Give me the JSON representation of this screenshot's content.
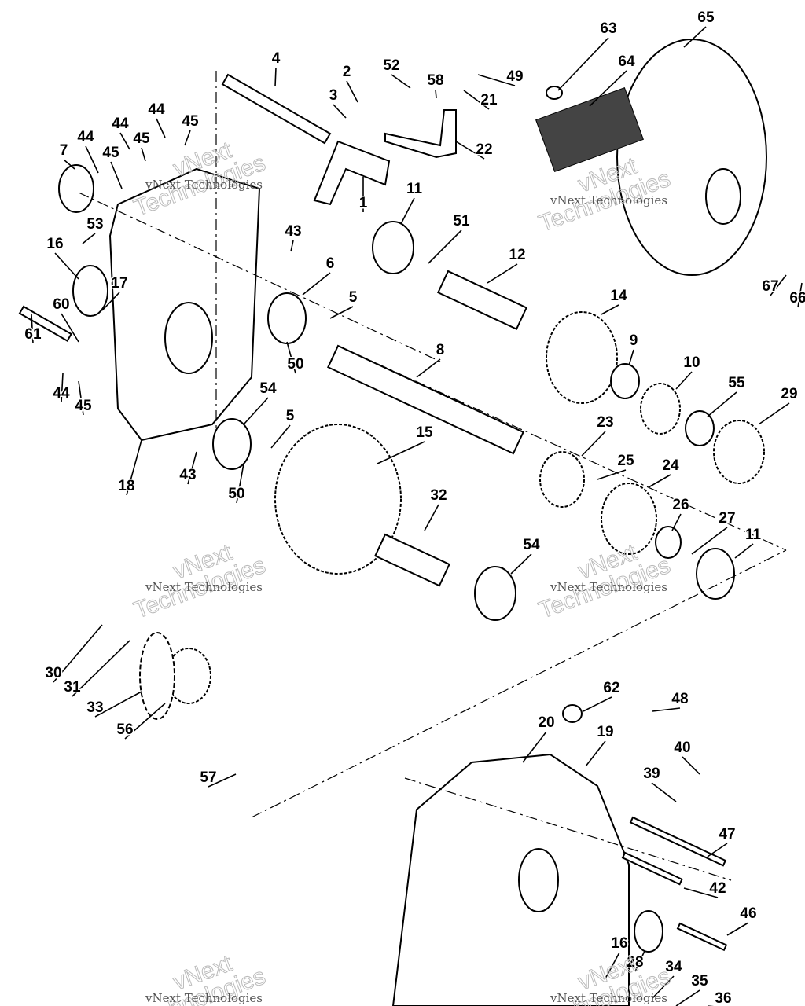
{
  "diagram": {
    "callouts": [
      "65",
      "63",
      "64",
      "49",
      "52",
      "58",
      "21",
      "22",
      "4",
      "2",
      "3",
      "1",
      "44",
      "45",
      "44",
      "45",
      "44",
      "45",
      "7",
      "53",
      "16",
      "17",
      "60",
      "61",
      "44",
      "45",
      "18",
      "43",
      "43",
      "11",
      "51",
      "12",
      "6",
      "5",
      "50",
      "14",
      "8",
      "9",
      "10",
      "55",
      "29",
      "54",
      "5",
      "50",
      "15",
      "23",
      "25",
      "24",
      "32",
      "26",
      "27",
      "11",
      "54",
      "67",
      "66",
      "30",
      "31",
      "33",
      "56",
      "57",
      "62",
      "48",
      "20",
      "19",
      "40",
      "39",
      "47",
      "42",
      "46",
      "16",
      "28",
      "34",
      "35",
      "36"
    ],
    "watermark": {
      "text": "vNext Technologies",
      "big1": "vNext",
      "big2": "Technologies"
    }
  }
}
